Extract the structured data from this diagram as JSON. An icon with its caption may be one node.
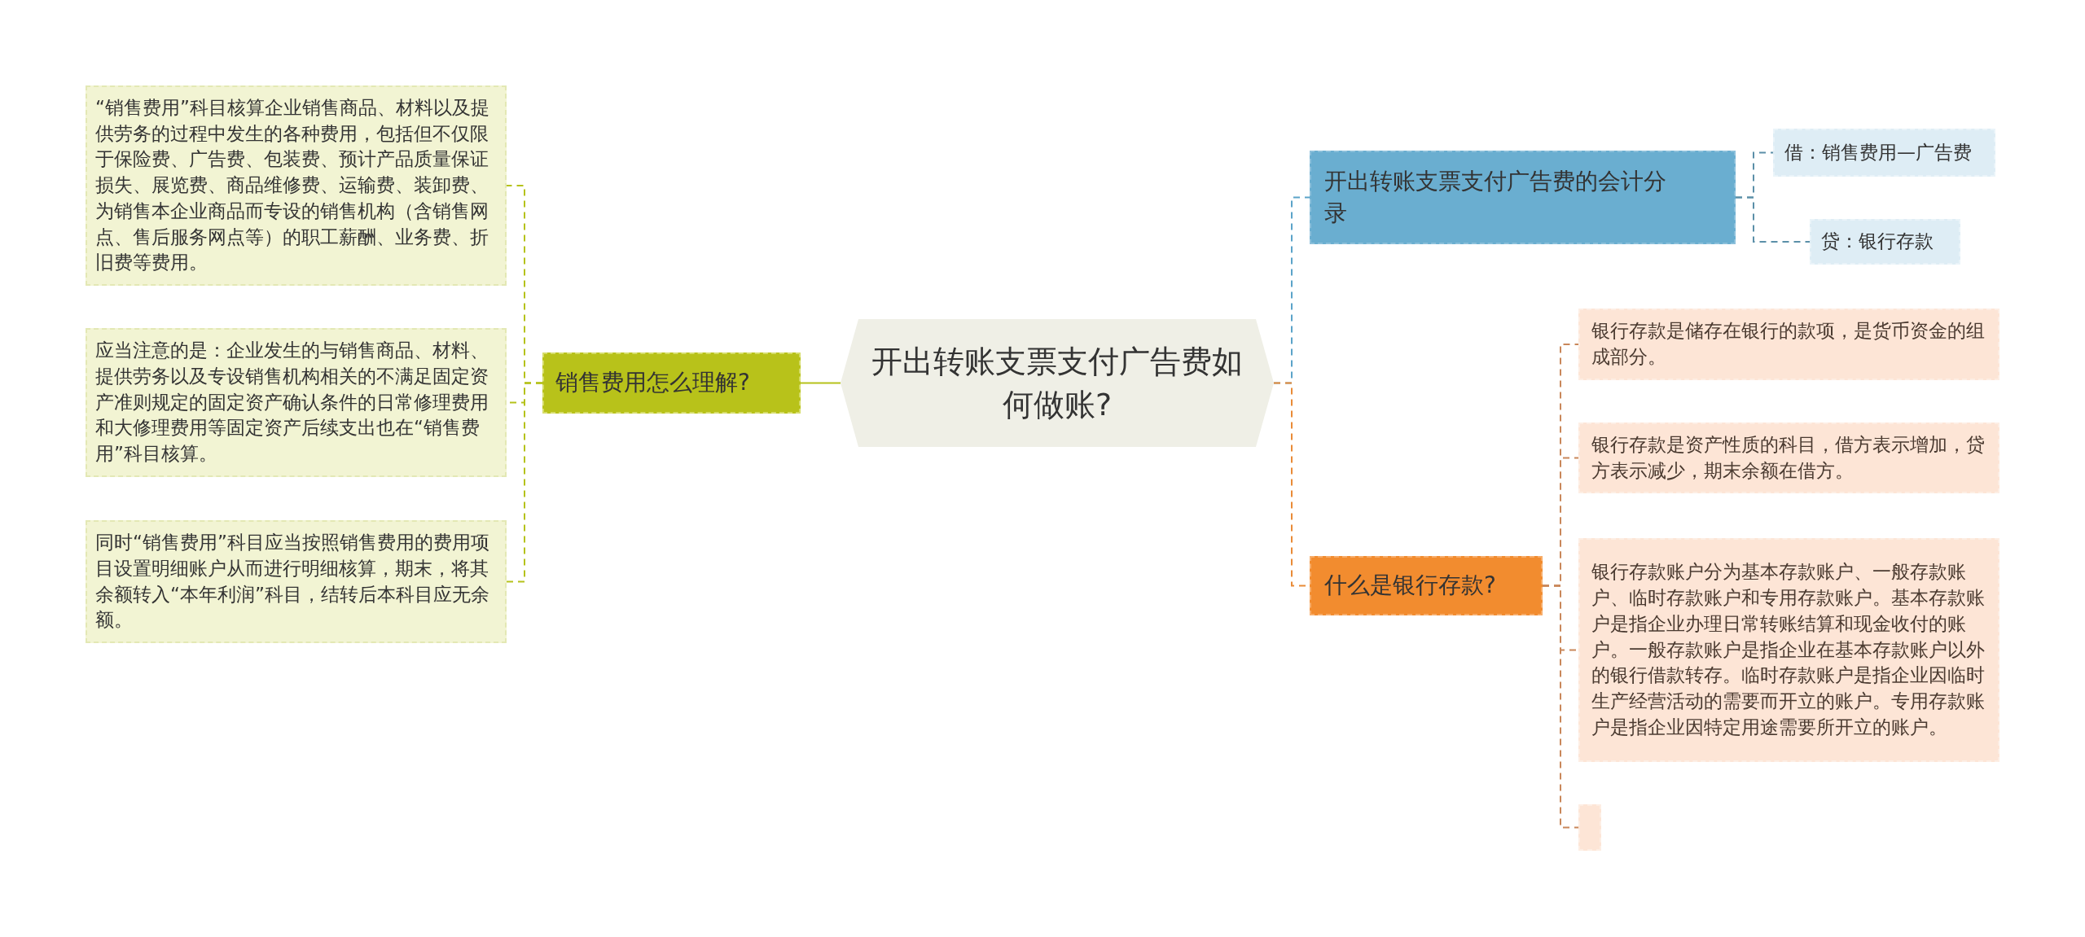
{
  "diagram": {
    "nodes": [
      {
        "text": [
          "开出转账支票支付广告费如何做账?"
        ]
      },
      {
        "text": [
          "销售费用怎么理解?"
        ]
      },
      {
        "text": [
          "“销售费用”科目核算企业销售商品、材料以及提供劳务的过程中发生的各种费用，包括但不仅限于保险费、广告费、包装费、预计产品质量保证损失、展览费、商品维修费、运输费、装卸费、为销售本企业商品而专设的销售机构（含销售网点、售后服务网点等）的职工薪酬、业务费、折旧费等费用。"
        ]
      },
      {
        "text": [
          "应当注意的是：企业发生的与销售商品、材料、提供劳务以及专设销售机构相关的不满足固定资产准则规定的固定资产确认条件的日常修理费用和大修理费用等固定资产后续支出也在“销售费用”科目核算。"
        ]
      },
      {
        "text": [
          "同时“销售费用”科目应当按照销售费用的费用项目设置明细账户从而进行明细核算，期末，将其余额转入“本年利润”科目，结转后本科目应无余额。"
        ]
      },
      {
        "text": [
          "开出转账支票支付广告费的会计分录"
        ]
      },
      {
        "text": [
          "借：销售费用—广告费"
        ]
      },
      {
        "text": [
          "贷：银行存款"
        ]
      },
      {
        "text": [
          "什么是银行存款?"
        ]
      },
      {
        "text": [
          "银行存款是储存在银行的款项，是货币资金的组成部分。"
        ]
      },
      {
        "text": [
          "银行存款是资产性质的科目，借方表示增加，贷方表示减少，期末余额在借方。"
        ]
      },
      {
        "text": [
          "银行存款账户分为基本存款账户、一般存款账户、临时存款账户和专用存款账户。基本存款账户是指企业办理日常转账结算和现金收付的账户。一般存款账户是指企业在基本存款账户以外的银行借款转存。临时存款账户是指企业因临时生产经营活动的需要而开立的账户。专用存款账户是指企业因特定用途需要所开立的账户。"
        ]
      },
      {
        "text": [],
        "shape": "box"
      }
    ],
    "edges": [
      {
        "from": 0,
        "to": 1,
        "arrow": "none",
        "color": "#b5c21a"
      },
      {
        "from": 1,
        "to": 2,
        "arrow": "none",
        "style": "dashed",
        "color": "#b5c21a"
      },
      {
        "from": 1,
        "to": 3,
        "arrow": "none",
        "style": "dashed",
        "color": "#b5c21a"
      },
      {
        "from": 1,
        "to": 4,
        "arrow": "none",
        "style": "dashed",
        "color": "#b5c21a"
      },
      {
        "from": 0,
        "to": 5,
        "arrow": "none",
        "style": "dashed",
        "color": "#5ba3c9"
      },
      {
        "from": 5,
        "to": 6,
        "arrow": "none",
        "style": "dashed",
        "color": "#5b8fa8"
      },
      {
        "from": 5,
        "to": 7,
        "arrow": "none",
        "style": "dashed",
        "color": "#5b8fa8"
      },
      {
        "from": 0,
        "to": 8,
        "arrow": "none",
        "style": "dashed",
        "color": "#e98b37"
      },
      {
        "from": 8,
        "to": 9,
        "arrow": "none",
        "style": "dashed",
        "color": "#c9875a"
      },
      {
        "from": 8,
        "to": 10,
        "arrow": "none",
        "style": "dashed",
        "color": "#c9875a"
      },
      {
        "from": 8,
        "to": 11,
        "arrow": "none",
        "style": "dashed",
        "color": "#c9875a"
      },
      {
        "from": 8,
        "to": 12,
        "arrow": "none",
        "style": "dashed",
        "color": "#c9875a"
      }
    ]
  }
}
